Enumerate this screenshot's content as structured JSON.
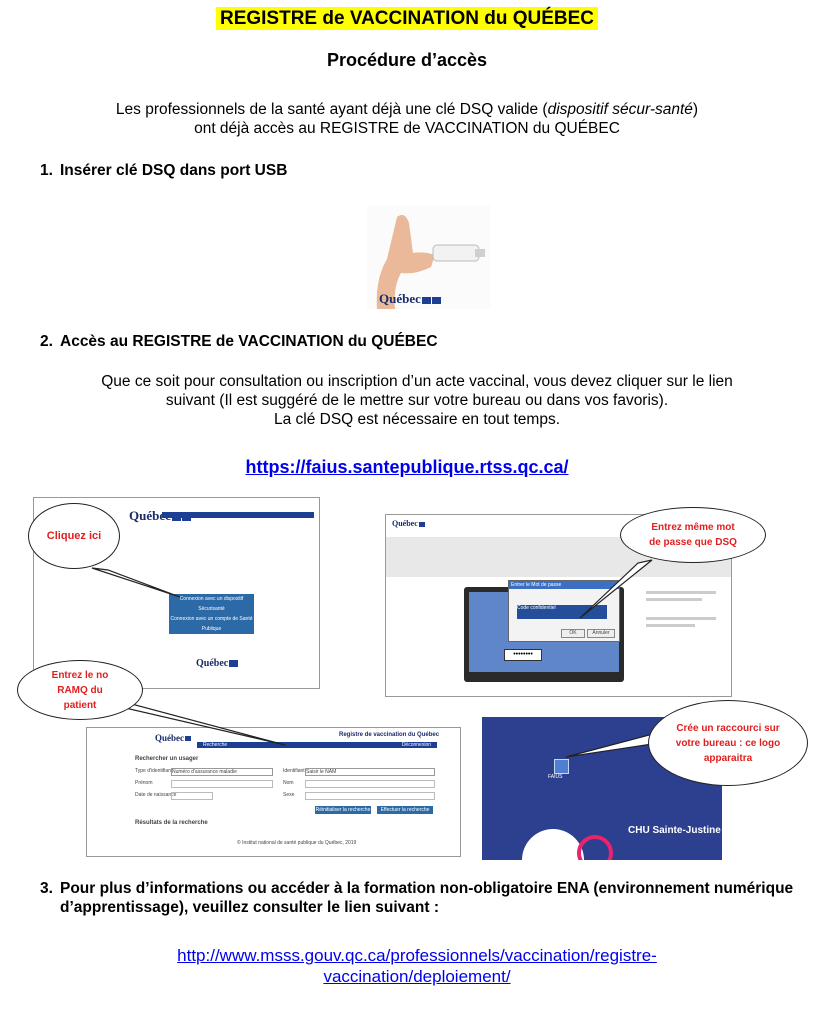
{
  "title": "REGISTRE de VACCINATION du QUÉBEC",
  "subtitle": "Procédure d’accès",
  "intro": {
    "part1": "Les professionnels de la santé ayant déjà une clé DSQ valide (",
    "italic": "dispositif sécur-santé",
    "part2": ")",
    "line2": "ont déjà accès au REGISTRE de VACCINATION du QUÉBEC"
  },
  "steps": [
    {
      "num": "1.",
      "text": "Insérer clé DSQ dans port USB"
    },
    {
      "num": "2.",
      "text": "Accès au REGISTRE de VACCINATION du QUÉBEC"
    },
    {
      "num": "3.",
      "text": "Pour plus d’informations ou accéder à la formation non-obligatoire ENA (environnement numérique d’apprentissage), veuillez consulter le lien suivant :"
    }
  ],
  "step2_body": {
    "line1": "Que ce soit pour consultation ou inscription d’un acte vaccinal, vous devez cliquer sur le lien",
    "line2": "suivant (Il est suggéré de le mettre sur votre bureau ou dans vos favoris).",
    "line3": "La clé DSQ est nécessaire en tout temps."
  },
  "link_faius": "https://faius.santepublique.rtss.qc.ca/",
  "link_msss": {
    "line1": "http://www.msss.gouv.qc.ca/professionnels/vaccination/registre-",
    "line2": "vaccination/deploiement/"
  },
  "usb_photo": {
    "logo": "Québec"
  },
  "callouts": {
    "cliquez": "Cliquez ici",
    "entrez_mot": "Entrez même mot de passe que DSQ",
    "ramq": "Entrez le no RAMQ du patient",
    "raccourci": "Crée un raccourci sur votre bureau : ce logo apparaitra"
  },
  "shot1": {
    "logo": "Québec",
    "btn_dsq": "Connexion avec un dispositif Sécurisanté",
    "btn_compte": "Connexion avec un compte de Santé Publique",
    "footer_logo": "Québec"
  },
  "shot2": {
    "logo": "Québec",
    "dialog_title": "Entrer le Mot de passe",
    "dialog_label": "Code confidentiel",
    "ok": "OK",
    "cancel": "Annuler",
    "password": "••••••••"
  },
  "shot3": {
    "logo": "Québec",
    "header": "Registre de vaccination du Québec",
    "nav_search": "Recherche",
    "nav_logout": "Déconnexion",
    "section_search": "Rechercher un usager",
    "label_type": "Type d'identifiant",
    "value_type": "Numéro d'assurance maladie",
    "label_ident": "Identifiant",
    "value_ident": "Saisir le NAM",
    "label_prenom": "Prénom",
    "label_nom": "Nom",
    "label_dob": "Date de naissance",
    "label_sexe": "Sexe",
    "btn_reset": "Réinitialiser la recherche",
    "btn_search": "Effectuer la recherche",
    "section_results": "Résultats de la recherche",
    "footer": "© Institut national de santé publique du Québec, 2019"
  },
  "shot4": {
    "chu": "CHU Sainte-Justine",
    "icon_label": "FAIUS"
  }
}
